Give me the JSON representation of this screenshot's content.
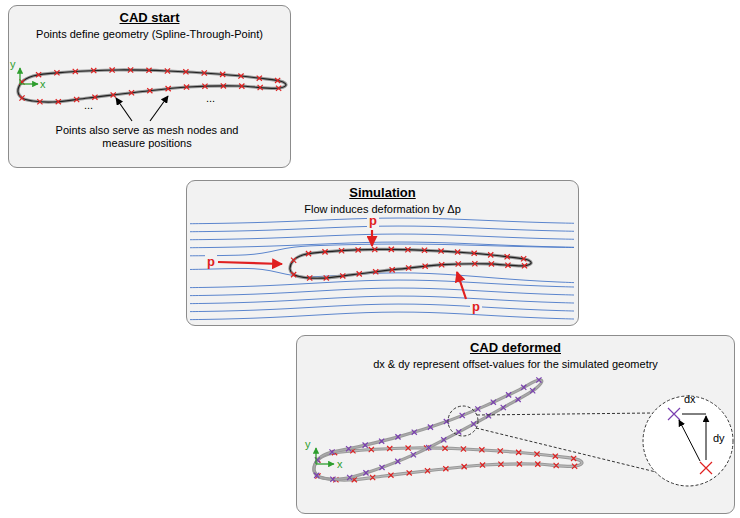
{
  "diagram": {
    "nodes": [
      {
        "text": [
          "CAD start",
          "Points define geometry (Spline-Through-Point)"
        ]
      },
      {
        "text": [
          "Simulation",
          "Flow induces deformation by Δp"
        ]
      },
      {
        "text": [
          "CAD deformed",
          "dx & dy represent offset-values for the simulated geometry"
        ]
      }
    ],
    "labels": [
      "y",
      "x",
      "...",
      "...",
      "Points also serve as mesh nodes and measure positions",
      "p",
      "p",
      "p",
      "y",
      "x",
      "dx",
      "dy"
    ]
  }
}
